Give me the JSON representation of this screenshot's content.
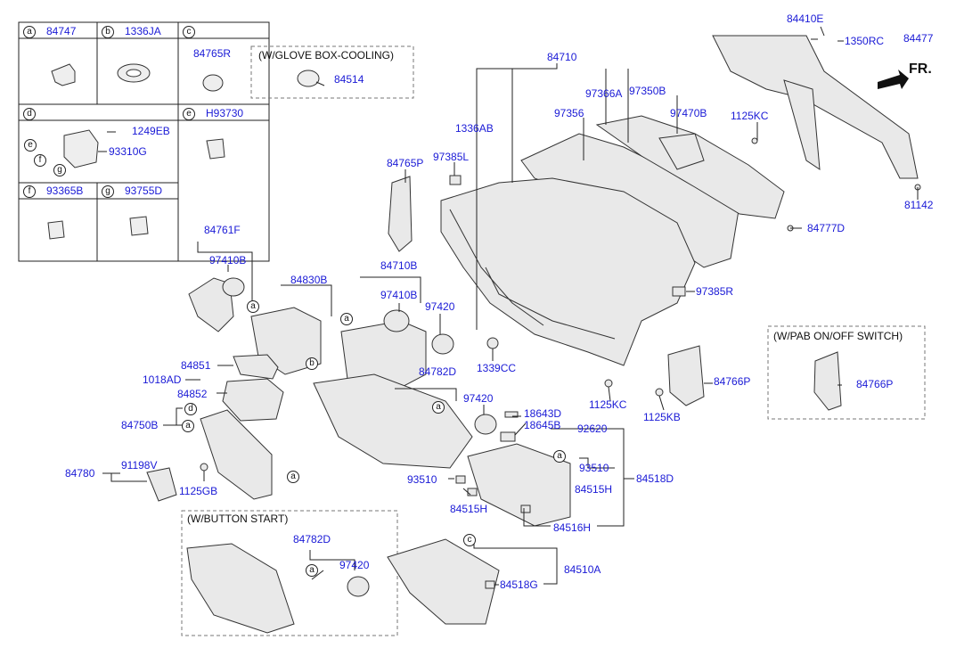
{
  "legend": {
    "a": {
      "key": "a",
      "part": "84747"
    },
    "b": {
      "key": "b",
      "part": "1336JA"
    },
    "c": {
      "key": "c",
      "part_1": "84765R",
      "note": "(W/GLOVE BOX-COOLING)",
      "part_2": "84514"
    },
    "d": {
      "key": "d",
      "part_1": "1249EB",
      "part_2": "93310G",
      "sub_e": "e",
      "sub_f": "f",
      "sub_g": "g"
    },
    "e": {
      "key": "e",
      "part": "H93730"
    },
    "f": {
      "key": "f",
      "part": "93365B"
    },
    "g": {
      "key": "g",
      "part": "93755D"
    }
  },
  "notes": {
    "button_start": "(W/BUTTON START)",
    "pab_switch": "(W/PAB ON/OFF SWITCH)",
    "front": "FR."
  },
  "callouts": {
    "c84410E": "84410E",
    "c1350RC": "1350RC",
    "c84477": "84477",
    "c84710": "84710",
    "c97366A": "97366A",
    "c97350B": "97350B",
    "c97356": "97356",
    "c97470B": "97470B",
    "c1125KC_top": "1125KC",
    "c1336AB": "1336AB",
    "c84765P": "84765P",
    "c97385L": "97385L",
    "c81142": "81142",
    "c84777D": "84777D",
    "c84761F": "84761F",
    "c97410B_l": "97410B",
    "c84830B": "84830B",
    "c84710B": "84710B",
    "c97410B_c": "97410B",
    "c97420_c": "97420",
    "c97385R": "97385R",
    "c1339CC": "1339CC",
    "c84851": "84851",
    "c1018AD": "1018AD",
    "c84852": "84852",
    "c84782D": "84782D",
    "c97420_d": "97420",
    "c84766P": "84766P",
    "c1125KC_bot": "1125KC",
    "c1125KB": "1125KB",
    "c84766P_pab": "84766P",
    "c18643D": "18643D",
    "c18645B": "18645B",
    "c92620": "92620",
    "c84750B": "84750B",
    "c93510_r": "93510",
    "c84518D": "84518D",
    "c84780": "84780",
    "c91198V": "91198V",
    "c1125GB": "1125GB",
    "c93510_l": "93510",
    "c84515H_r": "84515H",
    "c84515H_l": "84515H",
    "c84516H": "84516H",
    "c84782D_bs": "84782D",
    "c97420_bs": "97420",
    "c84510A": "84510A",
    "c84518G": "84518G"
  },
  "ref_circles": {
    "r1": "a",
    "r2": "a",
    "r3": "b",
    "r4": "a",
    "r5": "d",
    "r6": "a",
    "r7": "a",
    "r8": "a",
    "r9": "a",
    "r10": "c"
  },
  "colors": {
    "callout": "#1a1ad6",
    "line": "#222222",
    "part_fill": "#e9e9e9",
    "dash_box": "#777777"
  }
}
